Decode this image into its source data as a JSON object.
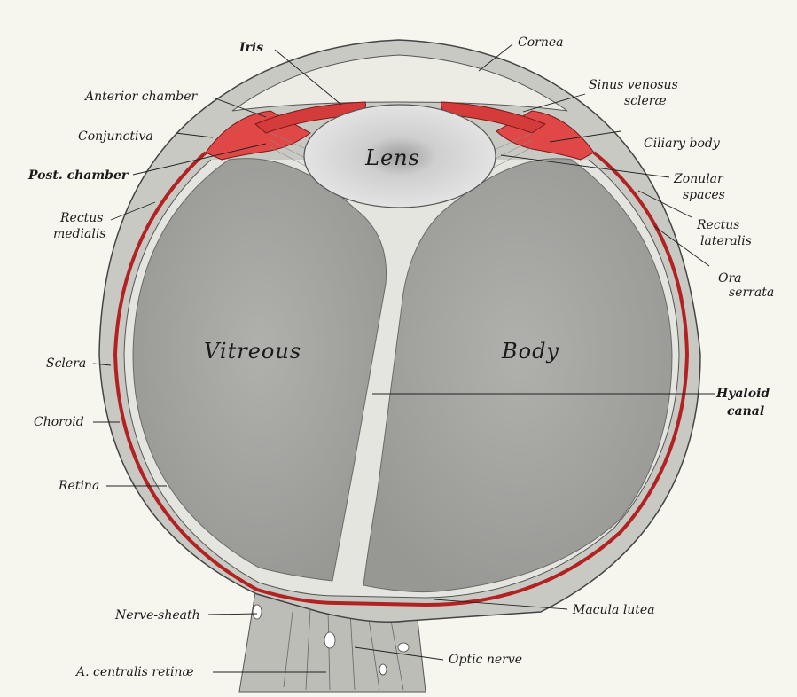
{
  "labels": {
    "iris": "Iris",
    "anterior_chamber": "Anterior chamber",
    "conjunctiva": "Conjunctiva",
    "post_chamber": "Post. chamber",
    "rectus_medialis_1": "Rectus",
    "rectus_medialis_2": "medialis",
    "sclera": "Sclera",
    "choroid": "Choroid",
    "retina": "Retina",
    "nerve_sheath": "Nerve-sheath",
    "a_centralis": "A. centralis retinæ",
    "cornea": "Cornea",
    "sinus_1": "Sinus venosus",
    "sinus_2": "scleræ",
    "ciliary_body": "Ciliary body",
    "zonular_1": "Zonular",
    "zonular_2": "spaces",
    "rectus_lateralis_1": "Rectus",
    "rectus_lateralis_2": "lateralis",
    "ora_1": "Ora",
    "ora_2": "serrata",
    "hyaloid_1": "Hyaloid",
    "hyaloid_2": "canal",
    "macula_lutea": "Macula lutea",
    "optic_nerve": "Optic nerve",
    "lens": "Lens",
    "vitreous": "Vitreous",
    "body": "Body"
  },
  "colors": {
    "background": "#f6f5ee",
    "vitreous_fill": "#a9a9a9",
    "sclera_fill": "#c9c9c4",
    "choroid_red": "#b22222",
    "ciliary_red": "#e04848",
    "lens_fill": "#e2e2e2"
  }
}
